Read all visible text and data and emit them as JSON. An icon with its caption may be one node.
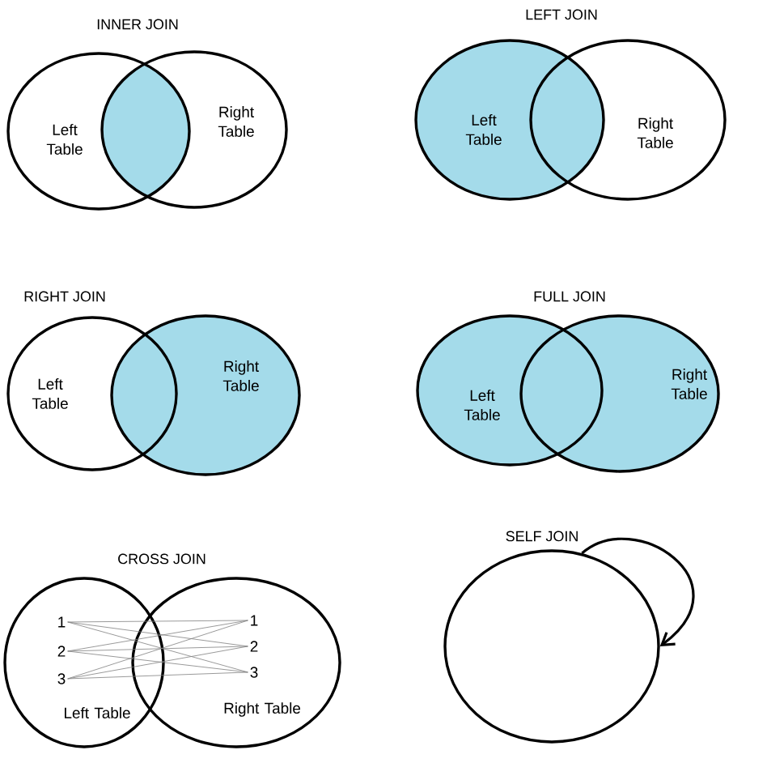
{
  "diagram": {
    "nodes": [
      {
        "text": [
          "Left Table"
        ]
      },
      {
        "text": [
          "Right Table"
        ]
      },
      {
        "text": [
          "Left Table"
        ]
      },
      {
        "text": [
          "Right Table"
        ]
      },
      {
        "text": [
          "Left Table"
        ]
      },
      {
        "text": [
          "Right Table"
        ]
      },
      {
        "text": [
          "Left Table"
        ]
      },
      {
        "text": [
          "Right Table"
        ]
      },
      {
        "text": [
          "Left Table"
        ]
      },
      {
        "text": [
          "Right Table"
        ]
      },
      {
        "text": [
          "1"
        ],
        "in": 8
      },
      {
        "text": [
          "2"
        ],
        "in": 8
      },
      {
        "text": [
          "3"
        ],
        "in": 8
      },
      {
        "text": [
          "1"
        ],
        "in": 9
      },
      {
        "text": [
          "2"
        ],
        "in": 9
      },
      {
        "text": [
          "3"
        ],
        "in": 9
      },
      {
        "text": [],
        "shape": "circle"
      }
    ],
    "edges": [
      {
        "from": 10,
        "to": 13,
        "arrow": "none"
      },
      {
        "from": 10,
        "to": 14,
        "arrow": "none"
      },
      {
        "from": 10,
        "to": 15,
        "arrow": "none"
      },
      {
        "from": 11,
        "to": 13,
        "arrow": "none"
      },
      {
        "from": 11,
        "to": 14,
        "arrow": "none"
      },
      {
        "from": 11,
        "to": 15,
        "arrow": "none"
      },
      {
        "from": 12,
        "to": 13,
        "arrow": "none"
      },
      {
        "from": 12,
        "to": 14,
        "arrow": "none"
      },
      {
        "from": 12,
        "to": 15,
        "arrow": "none"
      },
      {
        "from": 16,
        "to": 16,
        "arrow": "to",
        "color": "#000000"
      }
    ],
    "labels": [
      "INNER JOIN",
      "LEFT JOIN",
      "RIGHT JOIN",
      "FULL JOIN",
      "CROSS JOIN",
      "SELF JOIN"
    ]
  }
}
